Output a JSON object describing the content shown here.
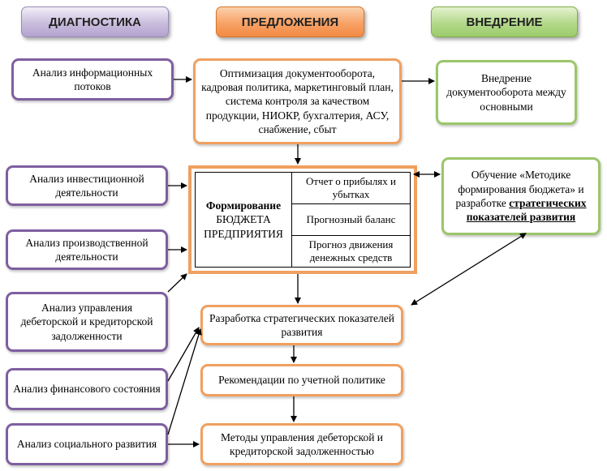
{
  "headers": {
    "diagnostics": "ДИАГНОСТИКА",
    "proposals": "ПРЕДЛОЖЕНИЯ",
    "implementation": "ВНЕДРЕНИЕ"
  },
  "diagnostics": [
    "Анализ информационных потоков",
    "Анализ инвестиционной деятельности",
    "Анализ производственной деятельности",
    "Анализ управления дебеторской и кредиторской задолженности",
    "Анализ финансового состояния",
    "Анализ социального развития"
  ],
  "proposals": {
    "optimization": "Оптимизация документооборота, кадровая политика, маркетинговый план, система контроля за качеством продукции, НИОКР, бухгалтерия, АСУ, снабжение, сбыт",
    "budget": {
      "line1": "Формирование",
      "line2": "БЮДЖЕТА ПРЕДПРИЯТИЯ",
      "items": [
        "Отчет о прибылях и убытках",
        "Прогнозный баланс",
        "Прогноз движения денежных средств"
      ]
    },
    "strategic": "Разработка стратегических показателей развития",
    "accounting": "Рекомендации по учетной политике",
    "debt_methods": "Методы управления дебеторской и кредиторской задолженностью"
  },
  "implementation": {
    "docflow": "Внедрение документооборота между основными",
    "training_part1": "Обучение «Методике формирования бюджета» и разработке",
    "training_part2": "стратегических показателей развития"
  },
  "colors": {
    "diagnostics": "#7f5fa0",
    "proposals": "#f0a060",
    "implementation": "#9bc66a"
  }
}
